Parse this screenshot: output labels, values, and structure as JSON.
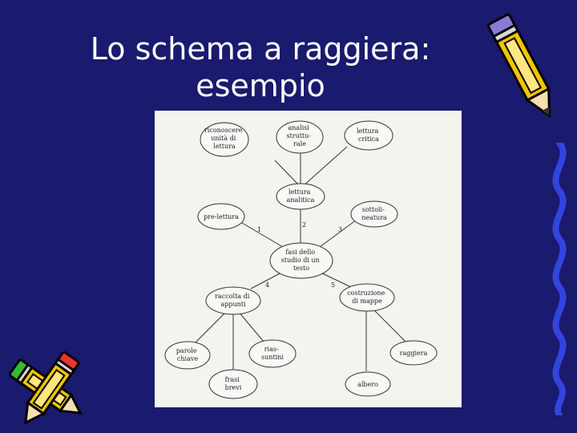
{
  "slide": {
    "title_line1": "Lo schema a raggiera:",
    "title_line2": "esempio",
    "background": "#1a1a6e",
    "title_color": "#ffffff"
  },
  "diagram": {
    "nodes": [
      {
        "id": "riconoscere",
        "lines": [
          "riconoscere",
          "unità di",
          "lettura"
        ]
      },
      {
        "id": "analisi",
        "lines": [
          "analisi",
          "struttu-",
          "rale"
        ]
      },
      {
        "id": "lettura-critica",
        "lines": [
          "lettura",
          "critica"
        ]
      },
      {
        "id": "lettura-analitica",
        "lines": [
          "lettura",
          "analitica"
        ]
      },
      {
        "id": "pre-lettura",
        "lines": [
          "pre-lettura"
        ]
      },
      {
        "id": "sottolineatura",
        "lines": [
          "sottoli-",
          "neatura"
        ]
      },
      {
        "id": "fasi",
        "lines": [
          "fasi dello",
          "studio di un",
          "testo"
        ]
      },
      {
        "id": "raccolta",
        "lines": [
          "raccolta di",
          "appunti"
        ]
      },
      {
        "id": "costruzione",
        "lines": [
          "costruzione",
          "di mappe"
        ]
      },
      {
        "id": "parole-chiave",
        "lines": [
          "parole",
          "chiave"
        ]
      },
      {
        "id": "riassuntini",
        "lines": [
          "rias-",
          "suntini"
        ]
      },
      {
        "id": "frasi-brevi",
        "lines": [
          "frasi",
          "brevi"
        ]
      },
      {
        "id": "raggiera",
        "lines": [
          "raggiera"
        ]
      },
      {
        "id": "albero",
        "lines": [
          "albero"
        ]
      }
    ],
    "edge_numbers": [
      "1",
      "2",
      "3",
      "4",
      "5"
    ]
  },
  "decorations": {
    "pencil_top_right": "pencil-icon",
    "pencils_bottom_left": "crossed-pencils-icon",
    "wavy_line": "wavy-line"
  }
}
